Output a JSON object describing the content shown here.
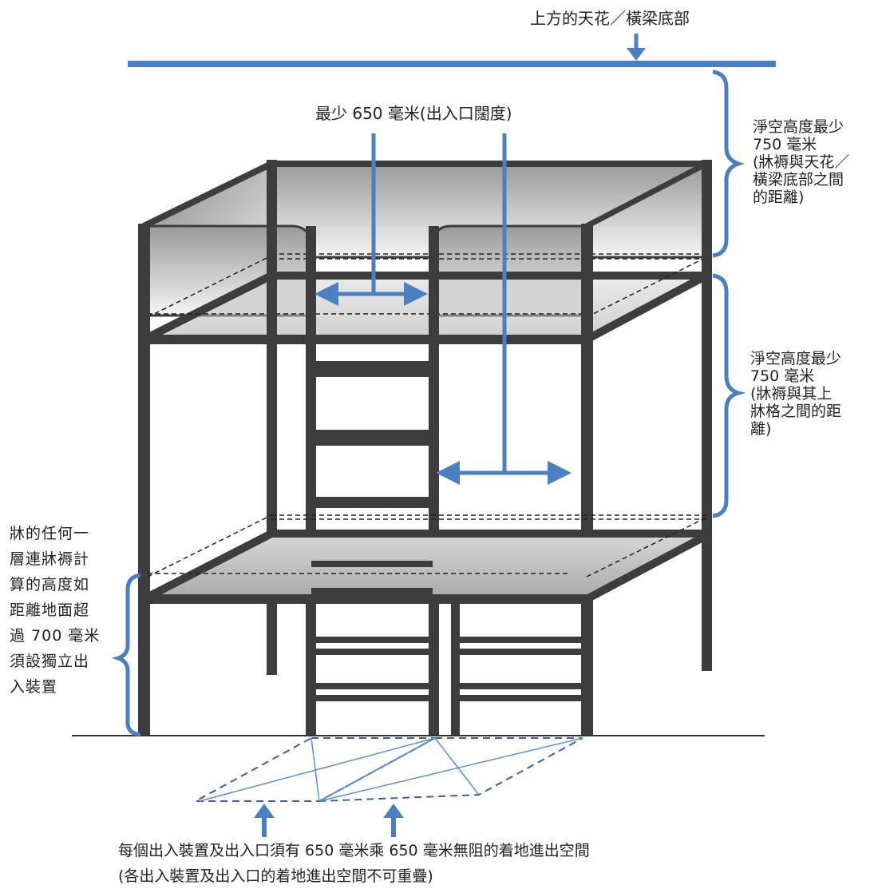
{
  "labels": {
    "ceiling": "上方的天花／橫梁底部",
    "opening_width": "最少 650 毫米(出入口闊度)",
    "upper_clearance": "淨空高度最少\n750 毫米\n(牀褥與天花／\n橫梁底部之間\n的距離)",
    "lower_clearance": "淨空高度最少\n750 毫米\n(牀褥與其上\n牀格之間的距\n離)",
    "access_rule": "牀的任何一\n層連牀褥計\n算的高度如\n距離地面超\n過 700 毫米\n須設獨立出\n入裝置",
    "floor_space_line1": "每個出入裝置及出入口須有 650 毫米乘 650 毫米無阻的着地進出空間",
    "floor_space_line2": "(各出入裝置及出入口的着地進出空間不可重疊)"
  },
  "colors": {
    "frame": "#3d3d3f",
    "dimension_blue": "#4a7fc1",
    "panel_light": "#eeeeee",
    "panel_dark": "#8c8c8c",
    "text": "#222222"
  }
}
